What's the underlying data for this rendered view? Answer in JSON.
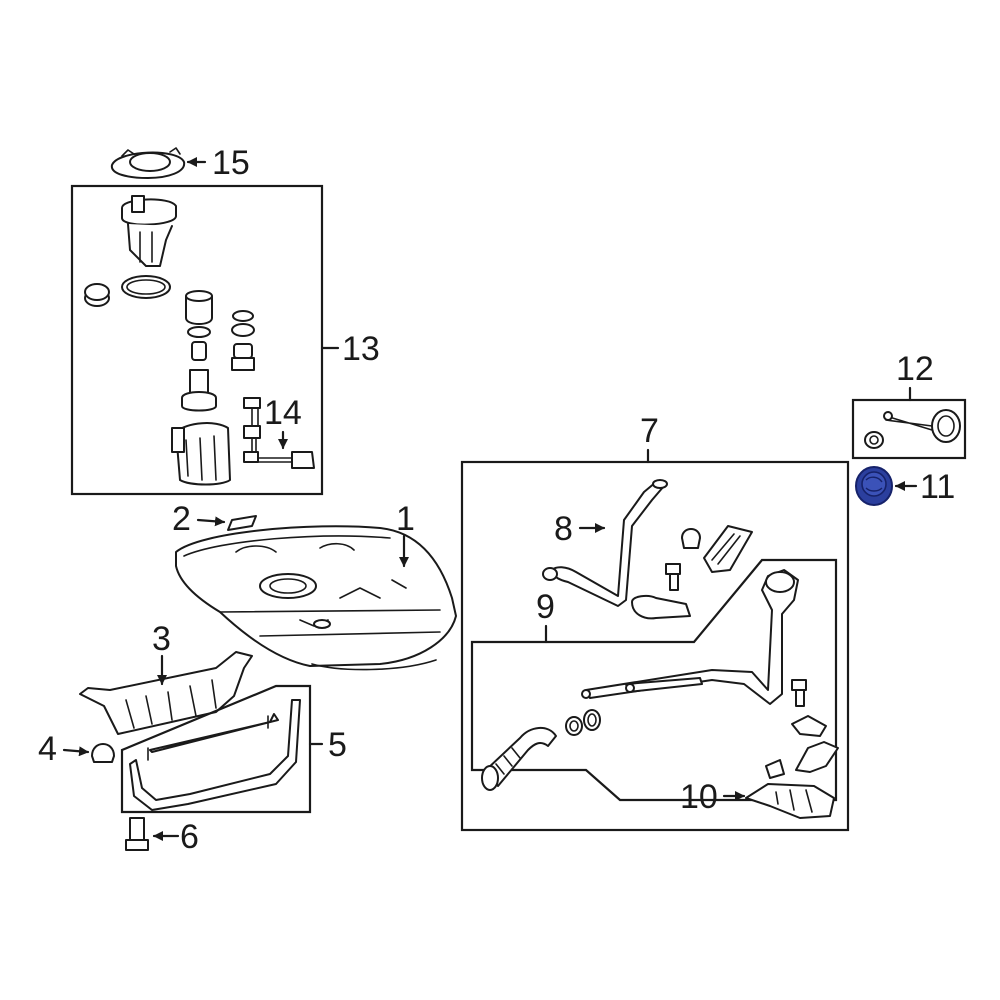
{
  "labels": {
    "p1": "1",
    "p2": "2",
    "p3": "3",
    "p4": "4",
    "p5": "5",
    "p6": "6",
    "p7": "7",
    "p8": "8",
    "p9": "9",
    "p10": "10",
    "p11": "11",
    "p12": "12",
    "p13": "13",
    "p14": "14",
    "p15": "15"
  },
  "colors": {
    "line": "#1a1a1a",
    "highlight": "#2b3f9e",
    "highlight_dark": "#16226a"
  }
}
